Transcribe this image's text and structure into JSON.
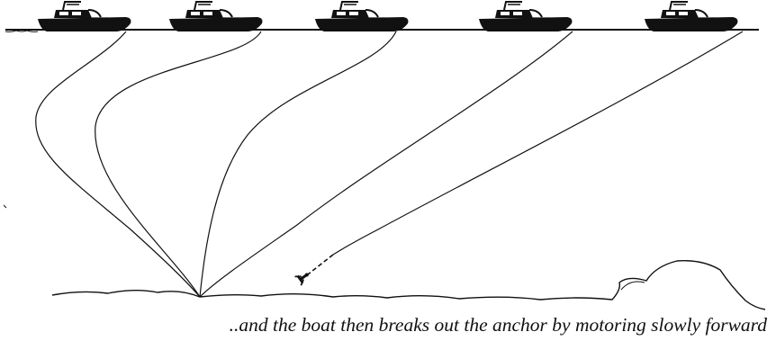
{
  "caption": "..and the boat then breaks out the anchor by motoring slowly forward",
  "colors": {
    "ink": "#111111",
    "background": "#ffffff"
  },
  "scene": {
    "stages": 5,
    "elements": [
      "water-surface",
      "boat",
      "anchor-rode",
      "sea-bed",
      "anchor"
    ]
  }
}
